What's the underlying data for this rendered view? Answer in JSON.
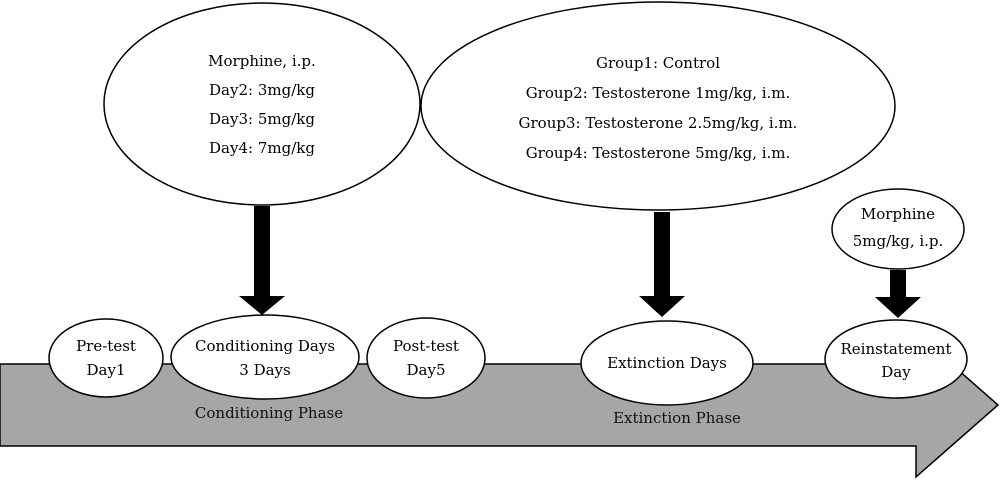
{
  "colors": {
    "timeline_fill": "#a6a6a6",
    "shape_stroke": "#000000",
    "shape_fill": "#ffffff",
    "arrow_fill": "#000000"
  },
  "timeline": {
    "nodes": [
      {
        "lines": [
          "Pre-test",
          "Day1"
        ]
      },
      {
        "lines": [
          "Conditioning Days",
          "3 Days"
        ]
      },
      {
        "lines": [
          "Post-test",
          "Day5"
        ]
      },
      {
        "lines": [
          "Extinction Days"
        ]
      },
      {
        "lines": [
          "Reinstatement",
          "Day"
        ]
      }
    ],
    "phases": {
      "conditioning": "Conditioning Phase",
      "extinction": "Extinction Phase"
    }
  },
  "callouts": {
    "morphine_conditioning": {
      "lines": [
        "Morphine, i.p.",
        "Day2: 3mg/kg",
        "Day3: 5mg/kg",
        "Day4: 7mg/kg"
      ]
    },
    "groups": {
      "lines": [
        "Group1: Control",
        "Group2: Testosterone 1mg/kg, i.m.",
        "Group3: Testosterone 2.5mg/kg, i.m.",
        "Group4: Testosterone 5mg/kg, i.m."
      ]
    },
    "morphine_reinstatement": {
      "lines": [
        "Morphine",
        "5mg/kg, i.p."
      ]
    }
  }
}
